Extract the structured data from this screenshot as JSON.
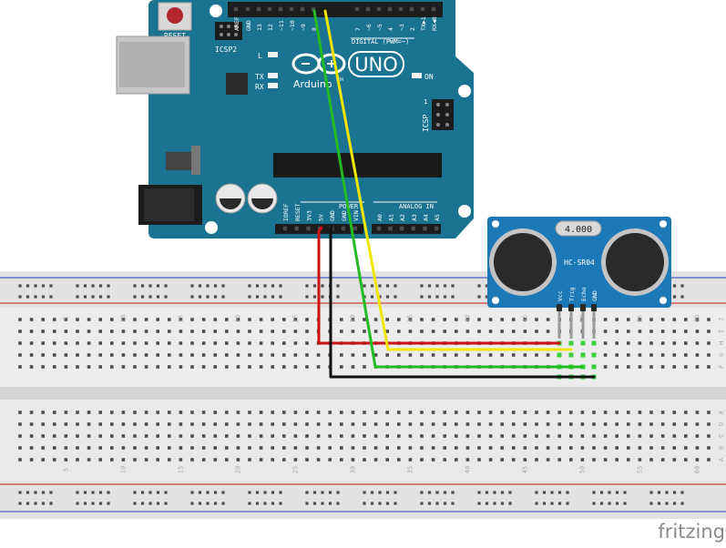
{
  "arduino": {
    "reset_label": "RESET",
    "icsp2_label": "ICSP2",
    "icsp_label": "ICSP",
    "icsp_pin1": "1",
    "model_label": "UNO",
    "brand_label": "Arduino",
    "tm_label": "TM",
    "on_label": "ON",
    "l_label": "L",
    "tx_label": "TX",
    "rx_label": "RX",
    "digital_label": "DIGITAL (PWM=~)",
    "power_label": "POWER",
    "analog_label": "ANALOG IN",
    "digital_pins": [
      "AREF",
      "GND",
      "13",
      "12",
      "~11",
      "~10",
      "~9",
      "8",
      "7",
      "~6",
      "~5",
      "4",
      "~3",
      "2",
      "TX▶1",
      "RX◀0"
    ],
    "power_pins": [
      "IOREF",
      "RESET",
      "3V3",
      "5V",
      "GND",
      "GND",
      "VIN"
    ],
    "analog_pins": [
      "A0",
      "A1",
      "A2",
      "A3",
      "A4",
      "A5"
    ]
  },
  "sensor": {
    "crystal_label": "4.000",
    "model_label": "HC-SR04",
    "pins": [
      "Vcc",
      "Trig",
      "Echo",
      "GND"
    ]
  },
  "breadboard": {
    "column_numbers": [
      "5",
      "10",
      "15",
      "20",
      "25",
      "30",
      "35",
      "40",
      "45",
      "50",
      "55",
      "60"
    ],
    "top_row_letters": [
      "J",
      "I",
      "H",
      "G",
      "F"
    ],
    "bottom_row_letters": [
      "E",
      "D",
      "C",
      "B",
      "A"
    ]
  },
  "wires": [
    {
      "name": "5V",
      "color": "#cc1111"
    },
    {
      "name": "GND",
      "color": "#111111"
    },
    {
      "name": "Trig",
      "color": "#f2e600"
    },
    {
      "name": "Echo",
      "color": "#22bb22"
    }
  ],
  "colors": {
    "board": "#1a7390",
    "sensor": "#1c78b7",
    "rail_red": "#d04040",
    "rail_blue": "#4a5fc8"
  },
  "footer": {
    "logo": "fritzing"
  }
}
